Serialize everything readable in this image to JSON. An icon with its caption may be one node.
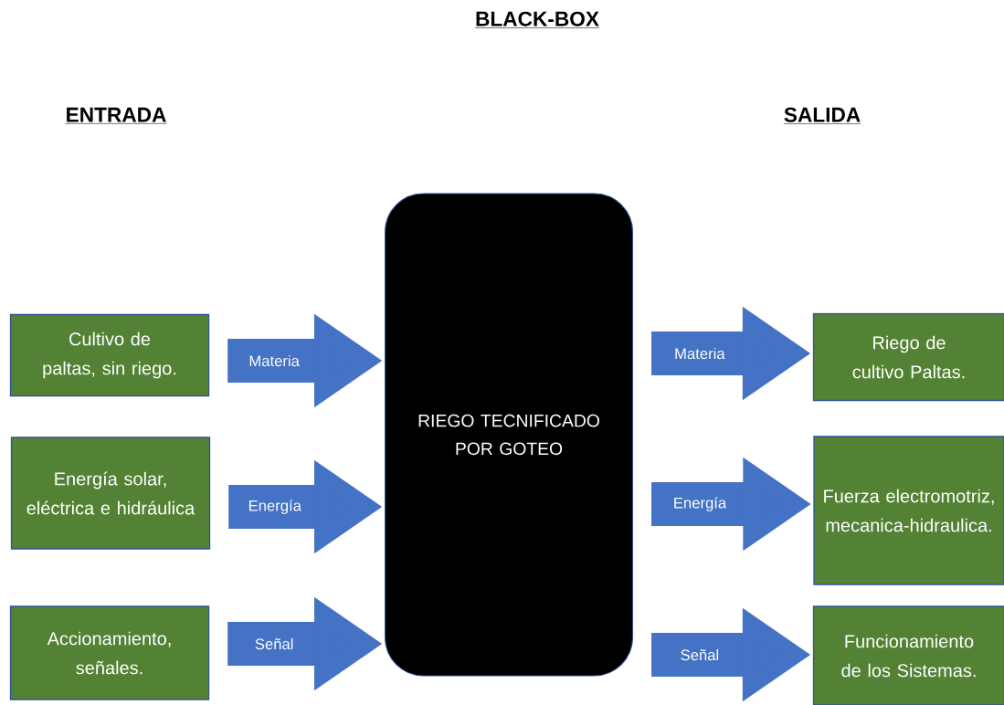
{
  "diagram": {
    "title": "BLACK-BOX",
    "nodes": [
      {
        "text": [
          "Cultivo de paltas, sin riego."
        ]
      },
      {
        "text": [
          "Energía solar, eléctrica e hidráulica"
        ]
      },
      {
        "text": [
          "Accionamiento, señales."
        ]
      },
      {
        "text": [
          "RIEGO TECNIFICADO POR GOTEO"
        ]
      },
      {
        "text": [
          "Riego de cultivo Paltas."
        ]
      },
      {
        "text": [
          "Fuerza electromotriz, mecanica-hidraulica."
        ]
      },
      {
        "text": [
          "Funcionamiento de los Sistemas."
        ]
      }
    ],
    "edges": [
      {
        "from": 0,
        "to": 3,
        "arrow": "to",
        "label": "Materia"
      },
      {
        "from": 1,
        "to": 3,
        "arrow": "to",
        "label": "Energía"
      },
      {
        "from": 2,
        "to": 3,
        "arrow": "to",
        "label": "Señal"
      },
      {
        "from": 3,
        "to": 4,
        "arrow": "to",
        "label": "Materia"
      },
      {
        "from": 3,
        "to": 5,
        "arrow": "to",
        "label": "Energía"
      },
      {
        "from": 3,
        "to": 6,
        "arrow": "to",
        "label": "Señal"
      }
    ],
    "labels": [
      "ENTRADA",
      "SALIDA"
    ]
  }
}
